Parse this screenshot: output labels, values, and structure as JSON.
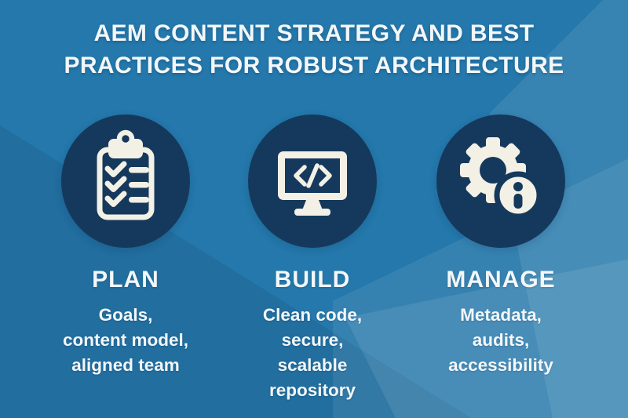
{
  "colors": {
    "base": "#2478ab",
    "circle": "#15395c",
    "icon": "#f3f0e5",
    "text": "#f3f7f9"
  },
  "title": {
    "line1": "AEM CONTENT STRATEGY AND BEST",
    "line2": "PRACTICES FOR ROBUST ARCHITECTURE"
  },
  "columns": [
    {
      "icon": "clipboard-checklist-icon",
      "heading": "PLAN",
      "lines": [
        "Goals,",
        "content model,",
        "aligned team"
      ]
    },
    {
      "icon": "code-monitor-icon",
      "heading": "BUILD",
      "lines": [
        "Clean code,",
        "secure,",
        "scalable",
        "repository"
      ]
    },
    {
      "icon": "gear-info-icon",
      "heading": "MANAGE",
      "lines": [
        "Metadata,",
        "audits,",
        "accessibility"
      ]
    }
  ]
}
